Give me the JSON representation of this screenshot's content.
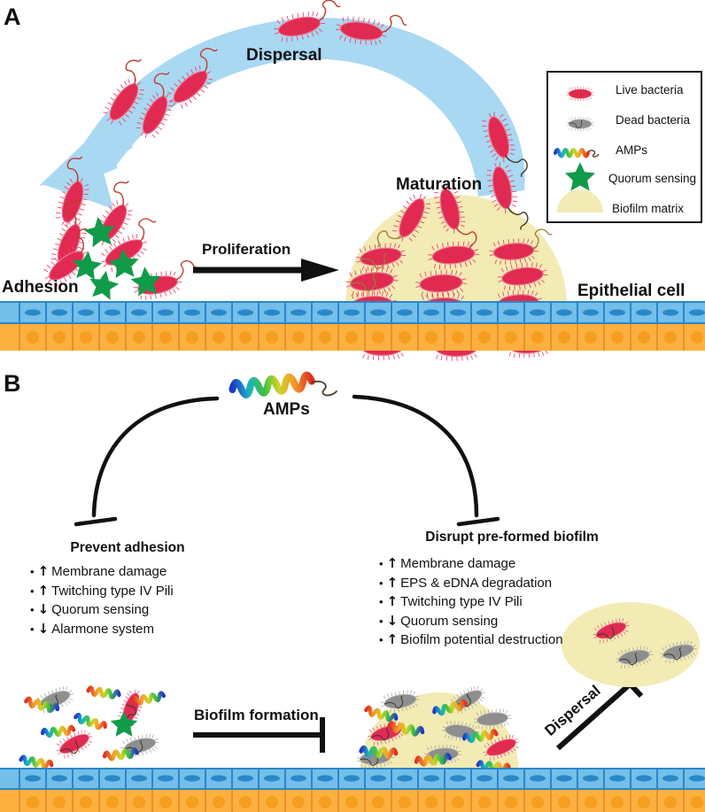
{
  "figure": {
    "panelA_letter": "A",
    "panelB_letter": "B"
  },
  "panelA": {
    "labels": {
      "dispersal": "Dispersal",
      "maturation": "Maturation",
      "adhesion": "Adhesion",
      "proliferation": "Proliferation",
      "epithelial_cell": "Epithelial cell"
    }
  },
  "legend": {
    "items": [
      {
        "icon": "live-bacteria-icon",
        "label": "Live bacteria"
      },
      {
        "icon": "dead-bacteria-icon",
        "label": "Dead bacteria"
      },
      {
        "icon": "amp-helix-icon",
        "label": "AMPs"
      },
      {
        "icon": "quorum-sensing-star-icon",
        "label": "Quorum sensing"
      },
      {
        "icon": "biofilm-matrix-dome-icon",
        "label": "Biofilm matrix"
      }
    ]
  },
  "panelB": {
    "amps_label": "AMPs",
    "left_column": {
      "heading": "Prevent adhesion",
      "items": [
        {
          "arrow": "up",
          "text": "Membrane damage"
        },
        {
          "arrow": "up",
          "text": "Twitching type IV Pili"
        },
        {
          "arrow": "down",
          "text": "Quorum sensing"
        },
        {
          "arrow": "down",
          "text": "Alarmone system"
        }
      ]
    },
    "right_column": {
      "heading": "Disrupt pre-formed biofilm",
      "items": [
        {
          "arrow": "up",
          "text": "Membrane damage"
        },
        {
          "arrow": "up",
          "text": "EPS & eDNA degradation"
        },
        {
          "arrow": "up",
          "text": "Twitching type IV Pili"
        },
        {
          "arrow": "down",
          "text": "Quorum sensing"
        },
        {
          "arrow": "up",
          "text": "Biofilm potential destruction"
        }
      ]
    },
    "biofilm_formation_label": "Biofilm formation",
    "dispersal_label": "Dispersal"
  },
  "colors": {
    "live_bacteria": "#e12a52",
    "live_bacteria_edge": "#f06a88",
    "dead_bacteria": "#8e8e8e",
    "dead_bacteria_edge": "#b5b5b5",
    "biofilm_matrix": "#f2ebb4",
    "arrow_blue": "#a9d8f2",
    "epithelium_top": "#73bfea",
    "epithelium_top_edge": "#2a87c8",
    "epithelium_bottom": "#fbb040",
    "epithelium_bottom_edge": "#e8912a",
    "quorum_star": "#109b49",
    "outline": "#111111"
  },
  "glyphs": {
    "up_arrow": "↑",
    "down_arrow": "↓",
    "bullet": "•"
  }
}
